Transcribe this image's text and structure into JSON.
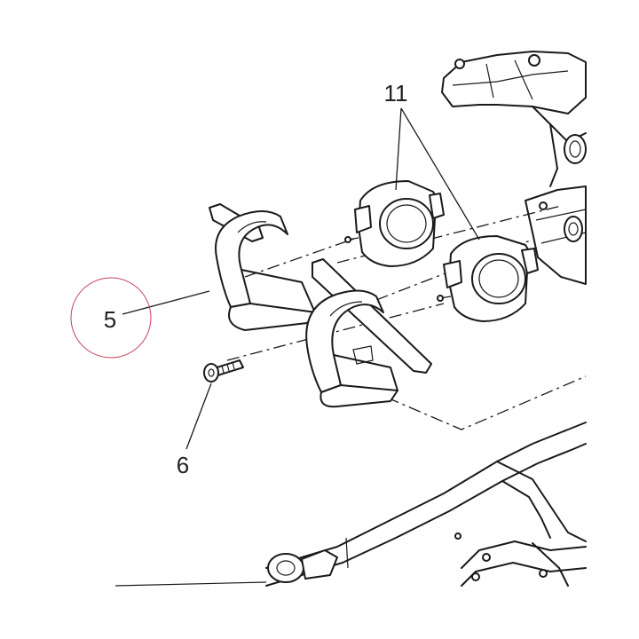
{
  "callouts": {
    "part_5": "5",
    "part_6": "6",
    "part_11": "11"
  },
  "colors": {
    "line": "#1a1a1a",
    "highlight_circle": "#c0405a",
    "background": "#ffffff"
  }
}
